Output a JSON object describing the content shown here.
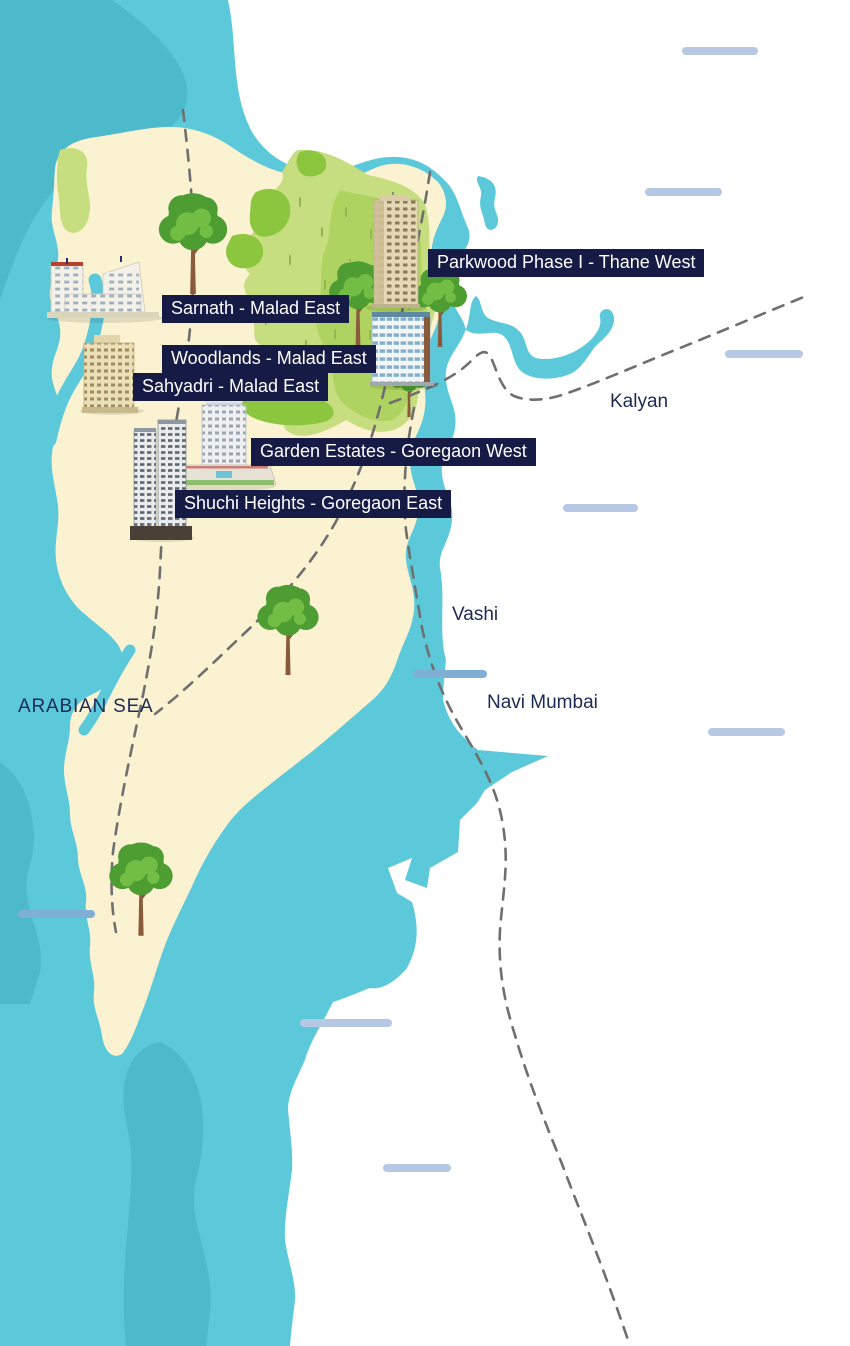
{
  "map": {
    "title": "Mumbai properties map",
    "region_labels": {
      "sea": "ARABIAN SEA",
      "kalyan": "Kalyan",
      "vashi": "Vashi",
      "navi_mumbai": "Navi Mumbai"
    },
    "properties": [
      {
        "id": "sarnath",
        "label": "Sarnath - Malad East"
      },
      {
        "id": "parkwood",
        "label": "Parkwood Phase I - Thane West"
      },
      {
        "id": "woodlands",
        "label": "Woodlands - Malad East"
      },
      {
        "id": "sahyadri",
        "label": "Sahyadri - Malad East"
      },
      {
        "id": "garden_estates",
        "label": "Garden Estates - Goregaon West"
      },
      {
        "id": "shuchi_heights",
        "label": "Shuchi Heights - Goregaon East"
      }
    ],
    "icons": {
      "tree": "tree-icon",
      "building": "building-marker-icon",
      "road": "dashed-road-line",
      "water_mark": "water-dash-mark"
    },
    "colors": {
      "sea": "#5CC9DB",
      "sea_dark": "#4CBACB",
      "land": "#FBF2D2",
      "forest": "#C6DD80",
      "forest_mid": "#AFD361",
      "forest_bright": "#8CC63F",
      "tree_dark": "#4E9D33",
      "tree_light": "#72BE45",
      "trunk": "#8A5B3A",
      "chip_bg": "#151B45",
      "chip_text": "#FFFFFF",
      "place_text": "#1B2955",
      "road": "#6F6F6F",
      "watermark": "#B6C8E3",
      "watermark_dark": "#7FAFD4"
    }
  }
}
